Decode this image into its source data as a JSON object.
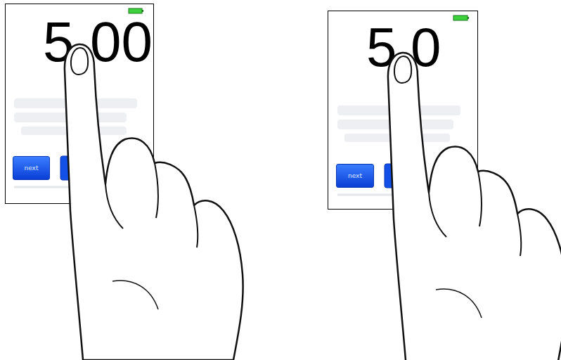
{
  "diagram": {
    "nodes": [
      {
        "text": [
          "5",
          "00"
        ]
      },
      {
        "text": [
          "next"
        ],
        "in": 0
      },
      {
        "text": [
          "5",
          "0"
        ]
      },
      {
        "text": [
          "next"
        ],
        "in": 2
      }
    ]
  }
}
